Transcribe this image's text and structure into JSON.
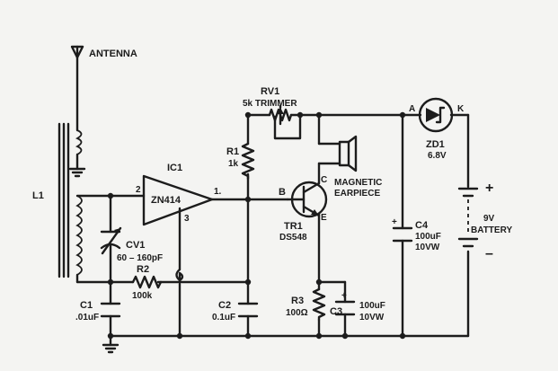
{
  "labels": {
    "antenna": "ANTENNA",
    "l1": "L1",
    "ic1": "IC1",
    "ic_part": "ZN414",
    "pin2": "2",
    "pin1": "1.",
    "pin3": "3",
    "cv1_ref": "CV1",
    "cv1_value": "60 – 160pF",
    "r2_ref": "R2",
    "r2_value": "100k",
    "c1_ref": "C1",
    "c1_value": ".01uF",
    "c2_ref": "C2",
    "c2_value": "0.1uF",
    "rv1_ref": "RV1",
    "rv1_value": "5k TRIMMER",
    "r1_ref": "R1",
    "r1_value": "1k",
    "earpiece_line1": "MAGNETIC",
    "earpiece_line2": "EARPIECE",
    "tr_b": "B",
    "tr_c": "C",
    "tr_e": "E",
    "tr1_ref": "TR1",
    "tr1_part": "DS548",
    "r3_ref": "R3",
    "r3_value": "100Ω",
    "c3_ref": "C3",
    "c3_value_line1": "100uF",
    "c3_value_line2": "10VW",
    "c4_ref": "C4",
    "c4_value_line1": "100uF",
    "c4_value_line2": "10VW",
    "zd1_ref": "ZD1",
    "zd1_value": "6.8V",
    "zd_a": "A",
    "zd_k": "K",
    "battery_line1": "9V",
    "battery_line2": "BATTERY",
    "plus": "+",
    "minus": "–",
    "cap_plus": "+"
  }
}
